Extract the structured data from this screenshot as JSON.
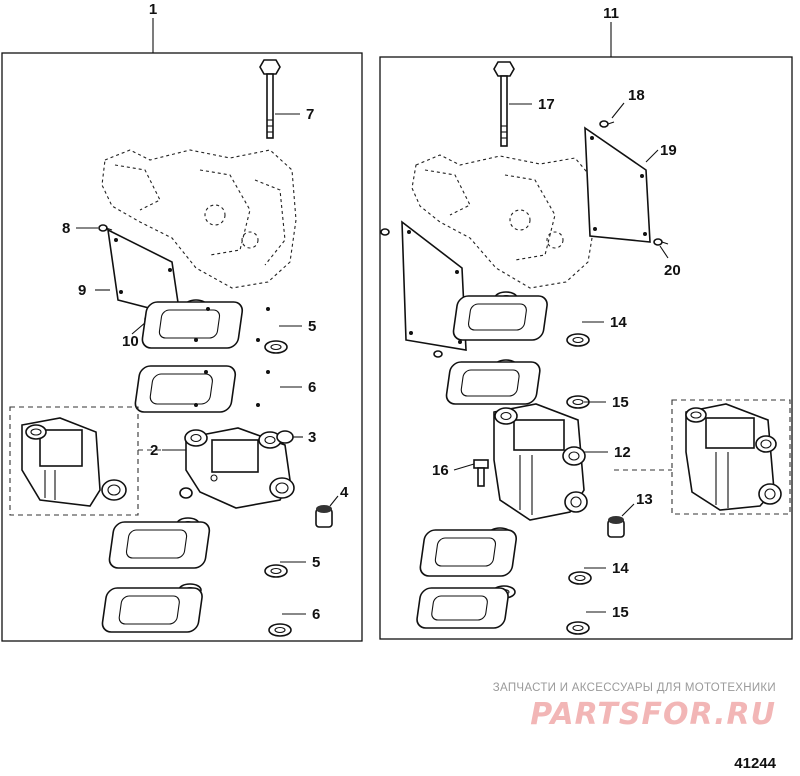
{
  "callouts": {
    "n1": "1",
    "n2": "2",
    "n3": "3",
    "n4": "4",
    "n5a": "5",
    "n5b": "5",
    "n6a": "6",
    "n6b": "6",
    "n7": "7",
    "n8": "8",
    "n9": "9",
    "n10": "10",
    "n11": "11",
    "n12": "12",
    "n13": "13",
    "n14a": "14",
    "n14b": "14",
    "n15a": "15",
    "n15b": "15",
    "n16": "16",
    "n17": "17",
    "n18": "18",
    "n19": "19",
    "n20": "20"
  },
  "watermark": {
    "caption": "ЗАПЧАСТИ И АКСЕССУАРЫ ДЛЯ МОТОТЕХНИКИ",
    "brand": "PARTSFOR.RU"
  },
  "figure_ref": "41244"
}
